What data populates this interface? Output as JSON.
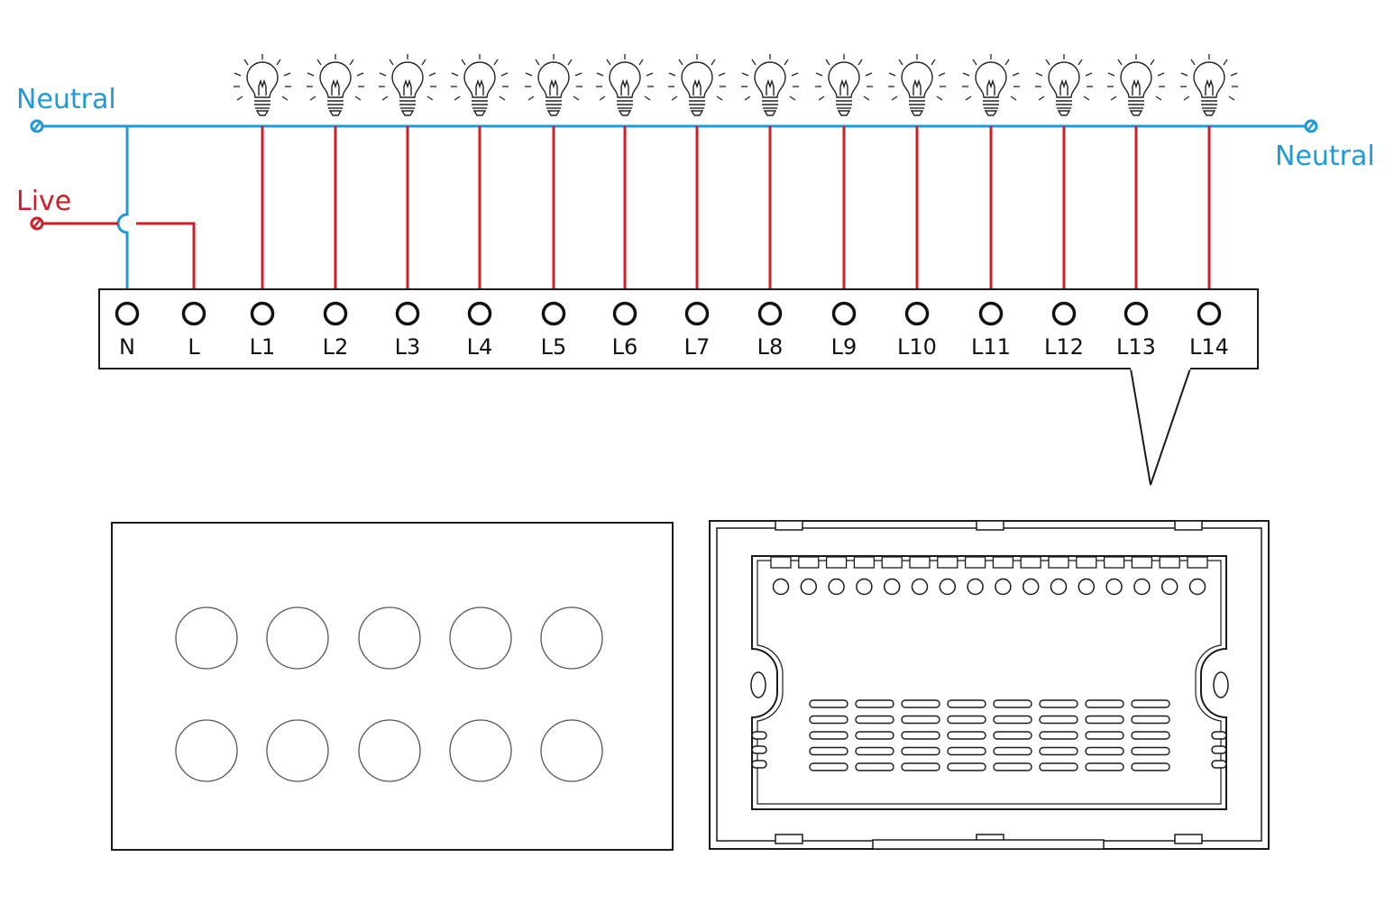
{
  "labels": {
    "neutral_left": "Neutral",
    "neutral_right": "Neutral",
    "live": "Live"
  },
  "colors": {
    "neutral": "#1e9bd7",
    "live": "#d01d2a",
    "outline": "#1a1a1a"
  },
  "terminals": [
    "N",
    "L",
    "L1",
    "L2",
    "L3",
    "L4",
    "L5",
    "L6",
    "L7",
    "L8",
    "L9",
    "L10",
    "L11",
    "L12",
    "L13",
    "L14"
  ],
  "loads": [
    "L1",
    "L2",
    "L3",
    "L4",
    "L5",
    "L6",
    "L7",
    "L8",
    "L9",
    "L10",
    "L11",
    "L12",
    "L13",
    "L14"
  ],
  "front_panel": {
    "button_rows": 2,
    "button_cols": 5
  },
  "back_module": {
    "screw_count": 16,
    "vent_cols": 8,
    "vent_rows": 5
  }
}
